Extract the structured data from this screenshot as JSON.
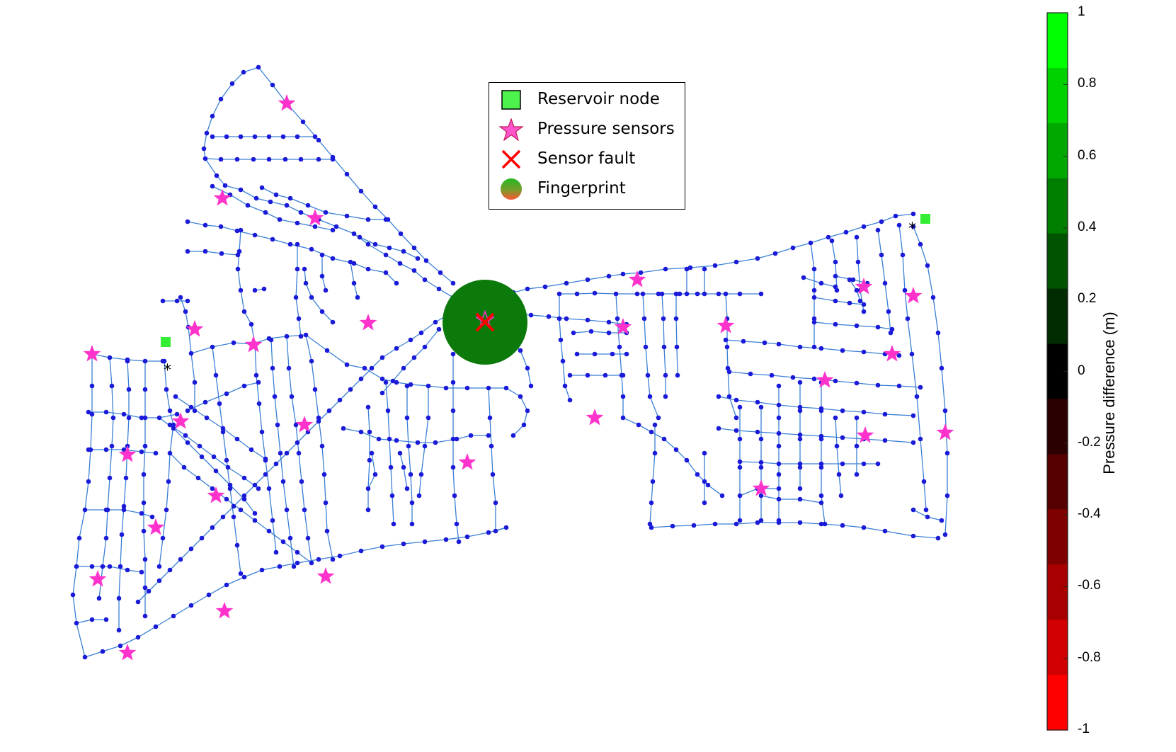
{
  "legend": {
    "items": [
      {
        "label": "Reservoir node",
        "symbol": "reservoir-square",
        "color": "#4df24d"
      },
      {
        "label": "Pressure sensors",
        "symbol": "pink-star",
        "color": "#ff33cc"
      },
      {
        "label": "Sensor fault",
        "symbol": "red-x",
        "color": "#ff0000"
      },
      {
        "label": "Fingerprint",
        "symbol": "gradient-circle",
        "color": "#22bb22"
      }
    ]
  },
  "colorbar": {
    "title": "Pressure difference (m)",
    "ticks": [
      "1",
      "0.8",
      "0.6",
      "0.4",
      "0.2",
      "0",
      "-0.2",
      "-0.4",
      "-0.6",
      "-0.8",
      "-1"
    ],
    "colors": [
      "#00ff00",
      "#00d200",
      "#00a800",
      "#007e00",
      "#005400",
      "#002a00",
      "#000000",
      "#2a0000",
      "#540000",
      "#7e0000",
      "#a80000",
      "#d20000",
      "#ff0000"
    ]
  },
  "colors": {
    "pipe": "#3a7fd5",
    "node": "#1a1ad8",
    "sensor": "#ff33cc",
    "fault": "#ff0000",
    "fingerprint": "#0b7a0b",
    "reservoir": "#33ee33"
  }
}
